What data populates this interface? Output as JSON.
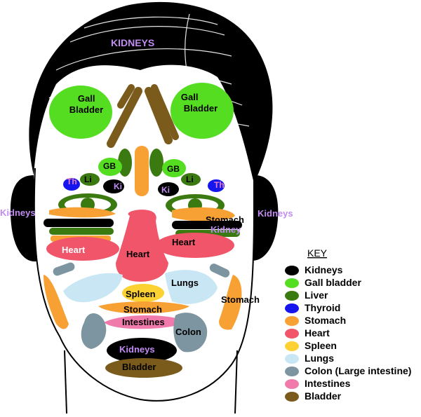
{
  "colors": {
    "kidneys": "#000000",
    "gall_bladder": "#55dd22",
    "liver": "#3b7a10",
    "thyroid": "#1515ee",
    "stomach": "#f7a033",
    "heart": "#f0556a",
    "spleen": "#fcd132",
    "lungs": "#c9e6f5",
    "colon": "#7d95a0",
    "intestines": "#f07aac",
    "bladder": "#7a5b1c",
    "kidneys_text": "#c18cf2",
    "thyroid_text": "#e87ec0"
  },
  "labels": {
    "forehead_kidneys": "KIDNEYS",
    "gb_left": "Gall\nBladder",
    "gb_right": "Gall\nBladder",
    "gb_small_left": "GB",
    "gb_small_right": "GB",
    "li_left": "Li",
    "li_right": "Li",
    "ki_left": "Ki",
    "ki_right": "Ki",
    "th_left": "Th",
    "th_right": "Th",
    "kidneys_left": "Kidneys",
    "kidneys_right": "Kidneys",
    "stomach_cheek_right": "Stomach",
    "kidney_cheek_right": "Kidney",
    "heart_left": "Heart",
    "heart_center": "Heart",
    "heart_right": "Heart",
    "lungs": "Lungs",
    "spleen": "Spleen",
    "stomach_center": "Stomach",
    "intestines": "Intestines",
    "colon": "Colon",
    "stomach_jaw_right": "Stomach",
    "kidneys_chin": "Kidneys",
    "bladder_chin": "Bladder"
  },
  "key": {
    "title": "KEY",
    "items": [
      {
        "label": "Kidneys",
        "color": "#000000"
      },
      {
        "label": "Gall bladder",
        "color": "#55dd22"
      },
      {
        "label": "Liver",
        "color": "#3b7a10"
      },
      {
        "label": "Thyroid",
        "color": "#1515ee"
      },
      {
        "label": "Stomach",
        "color": "#f7a033"
      },
      {
        "label": "Heart",
        "color": "#f0556a"
      },
      {
        "label": "Spleen",
        "color": "#fcd132"
      },
      {
        "label": "Lungs",
        "color": "#c9e6f5"
      },
      {
        "label": "Colon (Large intestine)",
        "color": "#7d95a0"
      },
      {
        "label": "Intestines",
        "color": "#f07aac"
      },
      {
        "label": "Bladder",
        "color": "#7a5b1c"
      }
    ]
  }
}
